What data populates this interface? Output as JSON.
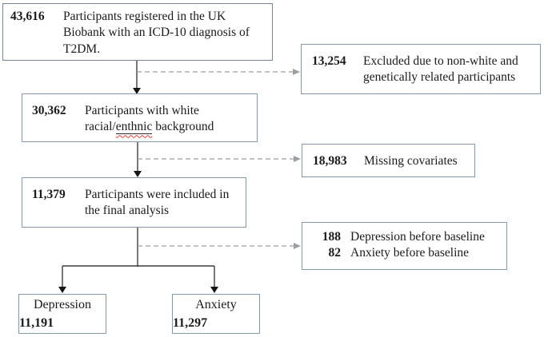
{
  "colors": {
    "box_border": "#8496b0",
    "primary_box_border": "#73849b",
    "text": "#1a1a1a",
    "solid_connector": "#3d3d3d",
    "dashed_connector": "#9e9e9e",
    "misspell_squiggle": "#e03c31"
  },
  "boxes": {
    "registered": {
      "number": "43,616",
      "text": "Participants registered in the UK Biobank with an ICD-10 diagnosis of T2DM."
    },
    "excluded_nonwhite": {
      "number": "13,254",
      "text": "Excluded due to non-white and genetically related participants"
    },
    "white_background": {
      "number": "30,362",
      "line1": "Participants with white",
      "line2_prefix": "racial/",
      "misspelled_word": "enthnic",
      "line2_suffix": " background"
    },
    "missing_covariates": {
      "number": "18,983",
      "text": "Missing covariates"
    },
    "final_analysis": {
      "number": "11,379",
      "text": "Participants were included in the final analysis"
    },
    "before_baseline": {
      "rows": [
        {
          "number": "188",
          "text": "Depression before baseline"
        },
        {
          "number": "82",
          "text": "Anxiety before baseline"
        }
      ]
    },
    "depression": {
      "label": "Depression",
      "number": "11,191"
    },
    "anxiety": {
      "label": "Anxiety",
      "number": "11,297"
    }
  }
}
